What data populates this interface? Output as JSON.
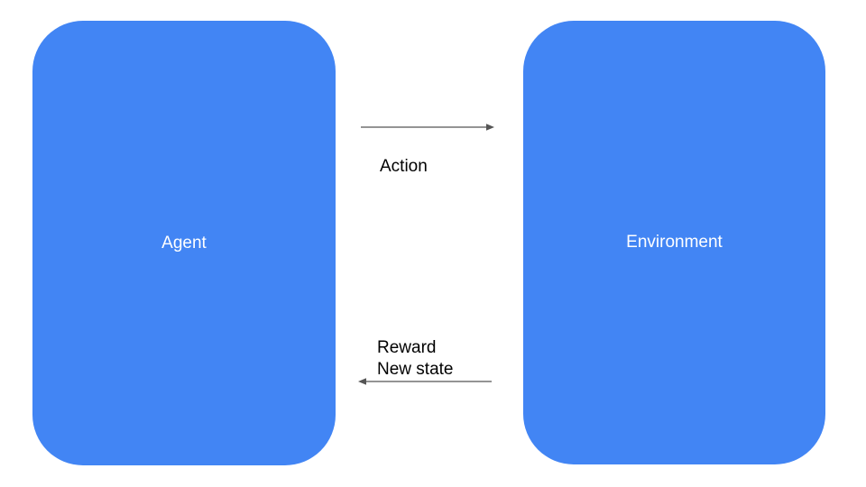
{
  "diagram": {
    "title": "agent-environment-loop",
    "nodes": {
      "agent": {
        "label": "Agent"
      },
      "environment": {
        "label": "Environment"
      }
    },
    "edges": {
      "action": {
        "label": "Action",
        "from": "Agent",
        "to": "Environment",
        "direction": "right"
      },
      "feedback": {
        "label": "Reward\nNew state",
        "from": "Environment",
        "to": "Agent",
        "direction": "left"
      }
    },
    "colors": {
      "node_fill": "#4285F4",
      "node_text": "#ffffff",
      "edge_stroke": "#555555",
      "label_text": "#000000",
      "background": "#ffffff"
    }
  }
}
